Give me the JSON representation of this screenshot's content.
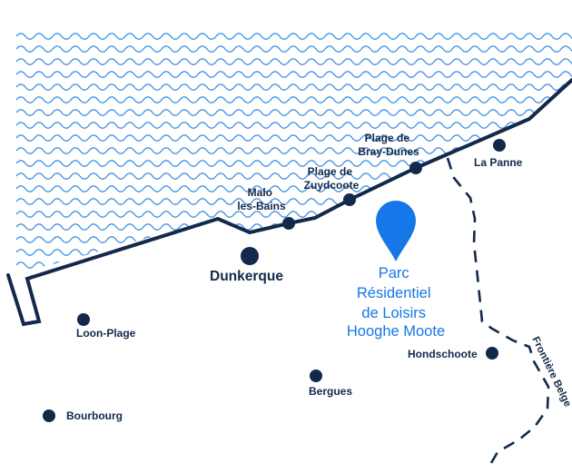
{
  "colors": {
    "ink": "#13294b",
    "wave": "#3d8fe6",
    "accent": "#1677e8",
    "background": "#ffffff"
  },
  "places": {
    "la_panne": "La Panne",
    "plage_bray_dunes": [
      "Plage de",
      "Bray-Dunes"
    ],
    "plage_zuydcoote": [
      "Plage de",
      "Zuydcoote"
    ],
    "malo_les_bains": [
      "Malo",
      "les-Bains"
    ],
    "dunkerque": "Dunkerque",
    "loon_plage": "Loon-Plage",
    "hondschoote": "Hondschoote",
    "bergues": "Bergues",
    "bourbourg": "Bourbourg"
  },
  "park": {
    "icon": "location-pin-icon",
    "name_lines": [
      "Parc",
      "Résidentiel",
      "de Loisirs",
      "Hooghe Moote"
    ]
  },
  "border": {
    "label": "Frontière Belge"
  },
  "sea": {
    "icon": "sea-waves-pattern"
  }
}
